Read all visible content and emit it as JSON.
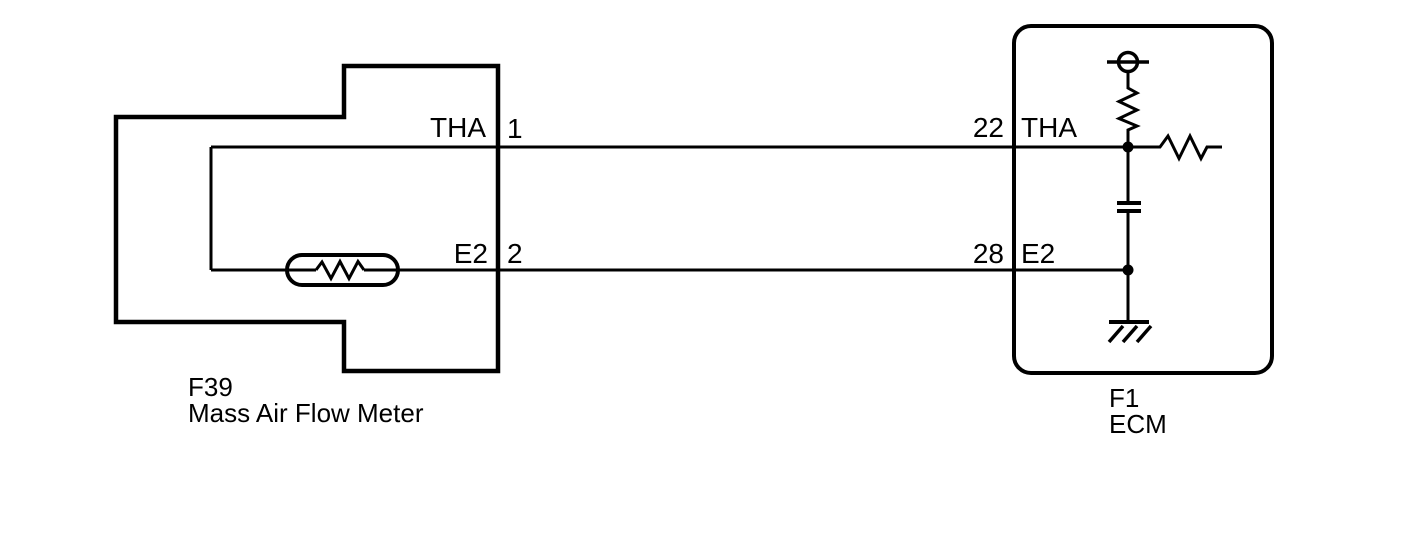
{
  "colors": {
    "background": "#ffffff",
    "line": "#000000",
    "text": "#000000"
  },
  "maf": {
    "code": "F39",
    "name": "Mass Air Flow Meter",
    "tha_terminal": "THA",
    "tha_pin": "1",
    "e2_terminal": "E2",
    "e2_pin": "2"
  },
  "ecm": {
    "code": "F1",
    "name": "ECM",
    "tha_pin": "22",
    "tha_terminal": "THA",
    "e2_pin": "28",
    "e2_terminal": "E2"
  },
  "symbols": {
    "thermistor": "oval-with-resistor-zigzag",
    "power_supply": "circle-with-horizontal-bar",
    "pullup_resistor": "vertical-zigzag",
    "series_resistor": "horizontal-zigzag",
    "capacitor": "parallel-plates",
    "ground": "chassis-ground-hatch",
    "junction": "filled-dot"
  }
}
